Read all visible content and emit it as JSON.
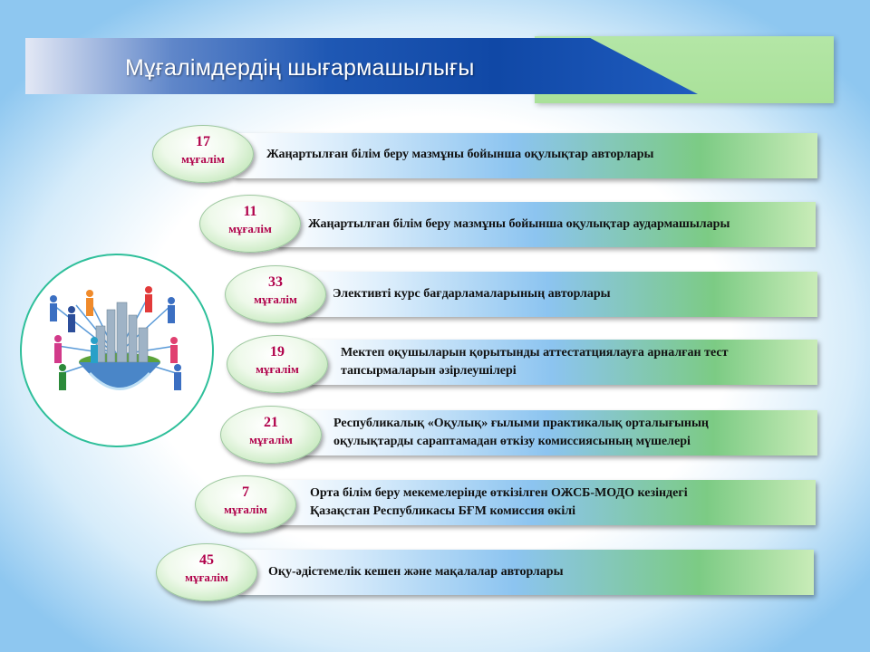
{
  "title": "Мұғалімдердің шығармашылығы",
  "rows": [
    {
      "number": "17",
      "unit": "мұғалім",
      "lines": [
        "Жаңартылған білім беру мазмұны бойынша оқулықтар авторлары"
      ]
    },
    {
      "number": "11",
      "unit": "мұғалім",
      "lines": [
        "Жаңартылған білім беру мазмұны бойынша оқулықтар аудармашылары"
      ]
    },
    {
      "number": "33",
      "unit": "мұғалім",
      "lines": [
        "Элективті курс бағдарламаларының авторлары"
      ]
    },
    {
      "number": "19",
      "unit": "мұғалім",
      "lines": [
        "Мектеп оқушыларын қорытынды аттестатциялауға арналған тест",
        "тапсырмаларын әзірлеушілері"
      ]
    },
    {
      "number": "21",
      "unit": "мұғалім",
      "lines": [
        "Республикалық «Оқулық» ғылыми практикалық орталығының",
        "оқулықтарды сараптамадан өткізу комиссиясының мүшелері"
      ]
    },
    {
      "number": "7",
      "unit": "мұғалім",
      "lines": [
        "Орта білім беру мекемелерінде өткізілген ОЖСБ-МОДО кезіндегі",
        "Қазақстан Республикасы БҒМ комиссия өкілі"
      ]
    },
    {
      "number": "45",
      "unit": "мұғалім",
      "lines": [
        "Оқу-әдістемелік кешен  және мақалалар авторлары"
      ]
    }
  ],
  "colors": {
    "number": "#b0004a",
    "banner": "#1048a6",
    "accent_green": "#a9e199"
  },
  "icons": [
    "people-network-globe-illustration"
  ]
}
